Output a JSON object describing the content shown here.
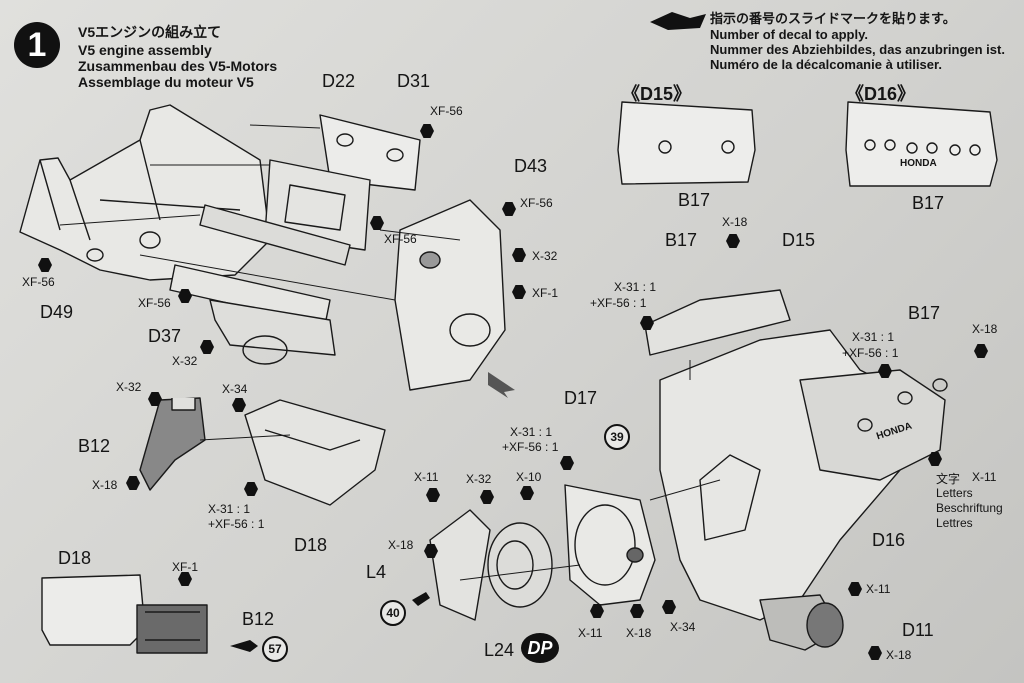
{
  "step": {
    "number": "1",
    "title_ja": "V5エンジンの組み立て",
    "title_en": "V5 engine assembly",
    "title_de": "Zusammenbau des V5-Motors",
    "title_fr": "Assemblage du moteur V5"
  },
  "decal_note": {
    "ja": "指示の番号のスライドマークを貼ります。",
    "en": "Number of decal to apply.",
    "de": "Nummer des Abziehbildes, das anzubringen ist.",
    "fr": "Numéro de la décalcomanie à utiliser."
  },
  "decal_views": {
    "d15_title": "《D15》",
    "d16_title": "《D16》",
    "b17": "B17",
    "honda": "HONDA"
  },
  "parts": {
    "d22": "D22",
    "d31": "D31",
    "d43": "D43",
    "d49": "D49",
    "d37": "D37",
    "b12": "B12",
    "d18": "D18",
    "d17": "D17",
    "l4": "L4",
    "l24": "L24",
    "b17": "B17",
    "d15": "D15",
    "d16": "D16",
    "d11": "D11"
  },
  "paints": {
    "xf56": "XF-56",
    "x32": "X-32",
    "xf1": "XF-1",
    "x34": "X-34",
    "x18": "X-18",
    "x11": "X-11",
    "x10": "X-10",
    "mix_a": "X-31 : 1",
    "mix_b": "+XF-56 : 1"
  },
  "letters": {
    "ja": "文字",
    "code": "X-11",
    "en": "Letters",
    "de": "Beschriftung",
    "fr": "Lettres"
  },
  "refs": {
    "r39": "39",
    "r40": "40",
    "r57": "57",
    "dp": "DP"
  }
}
